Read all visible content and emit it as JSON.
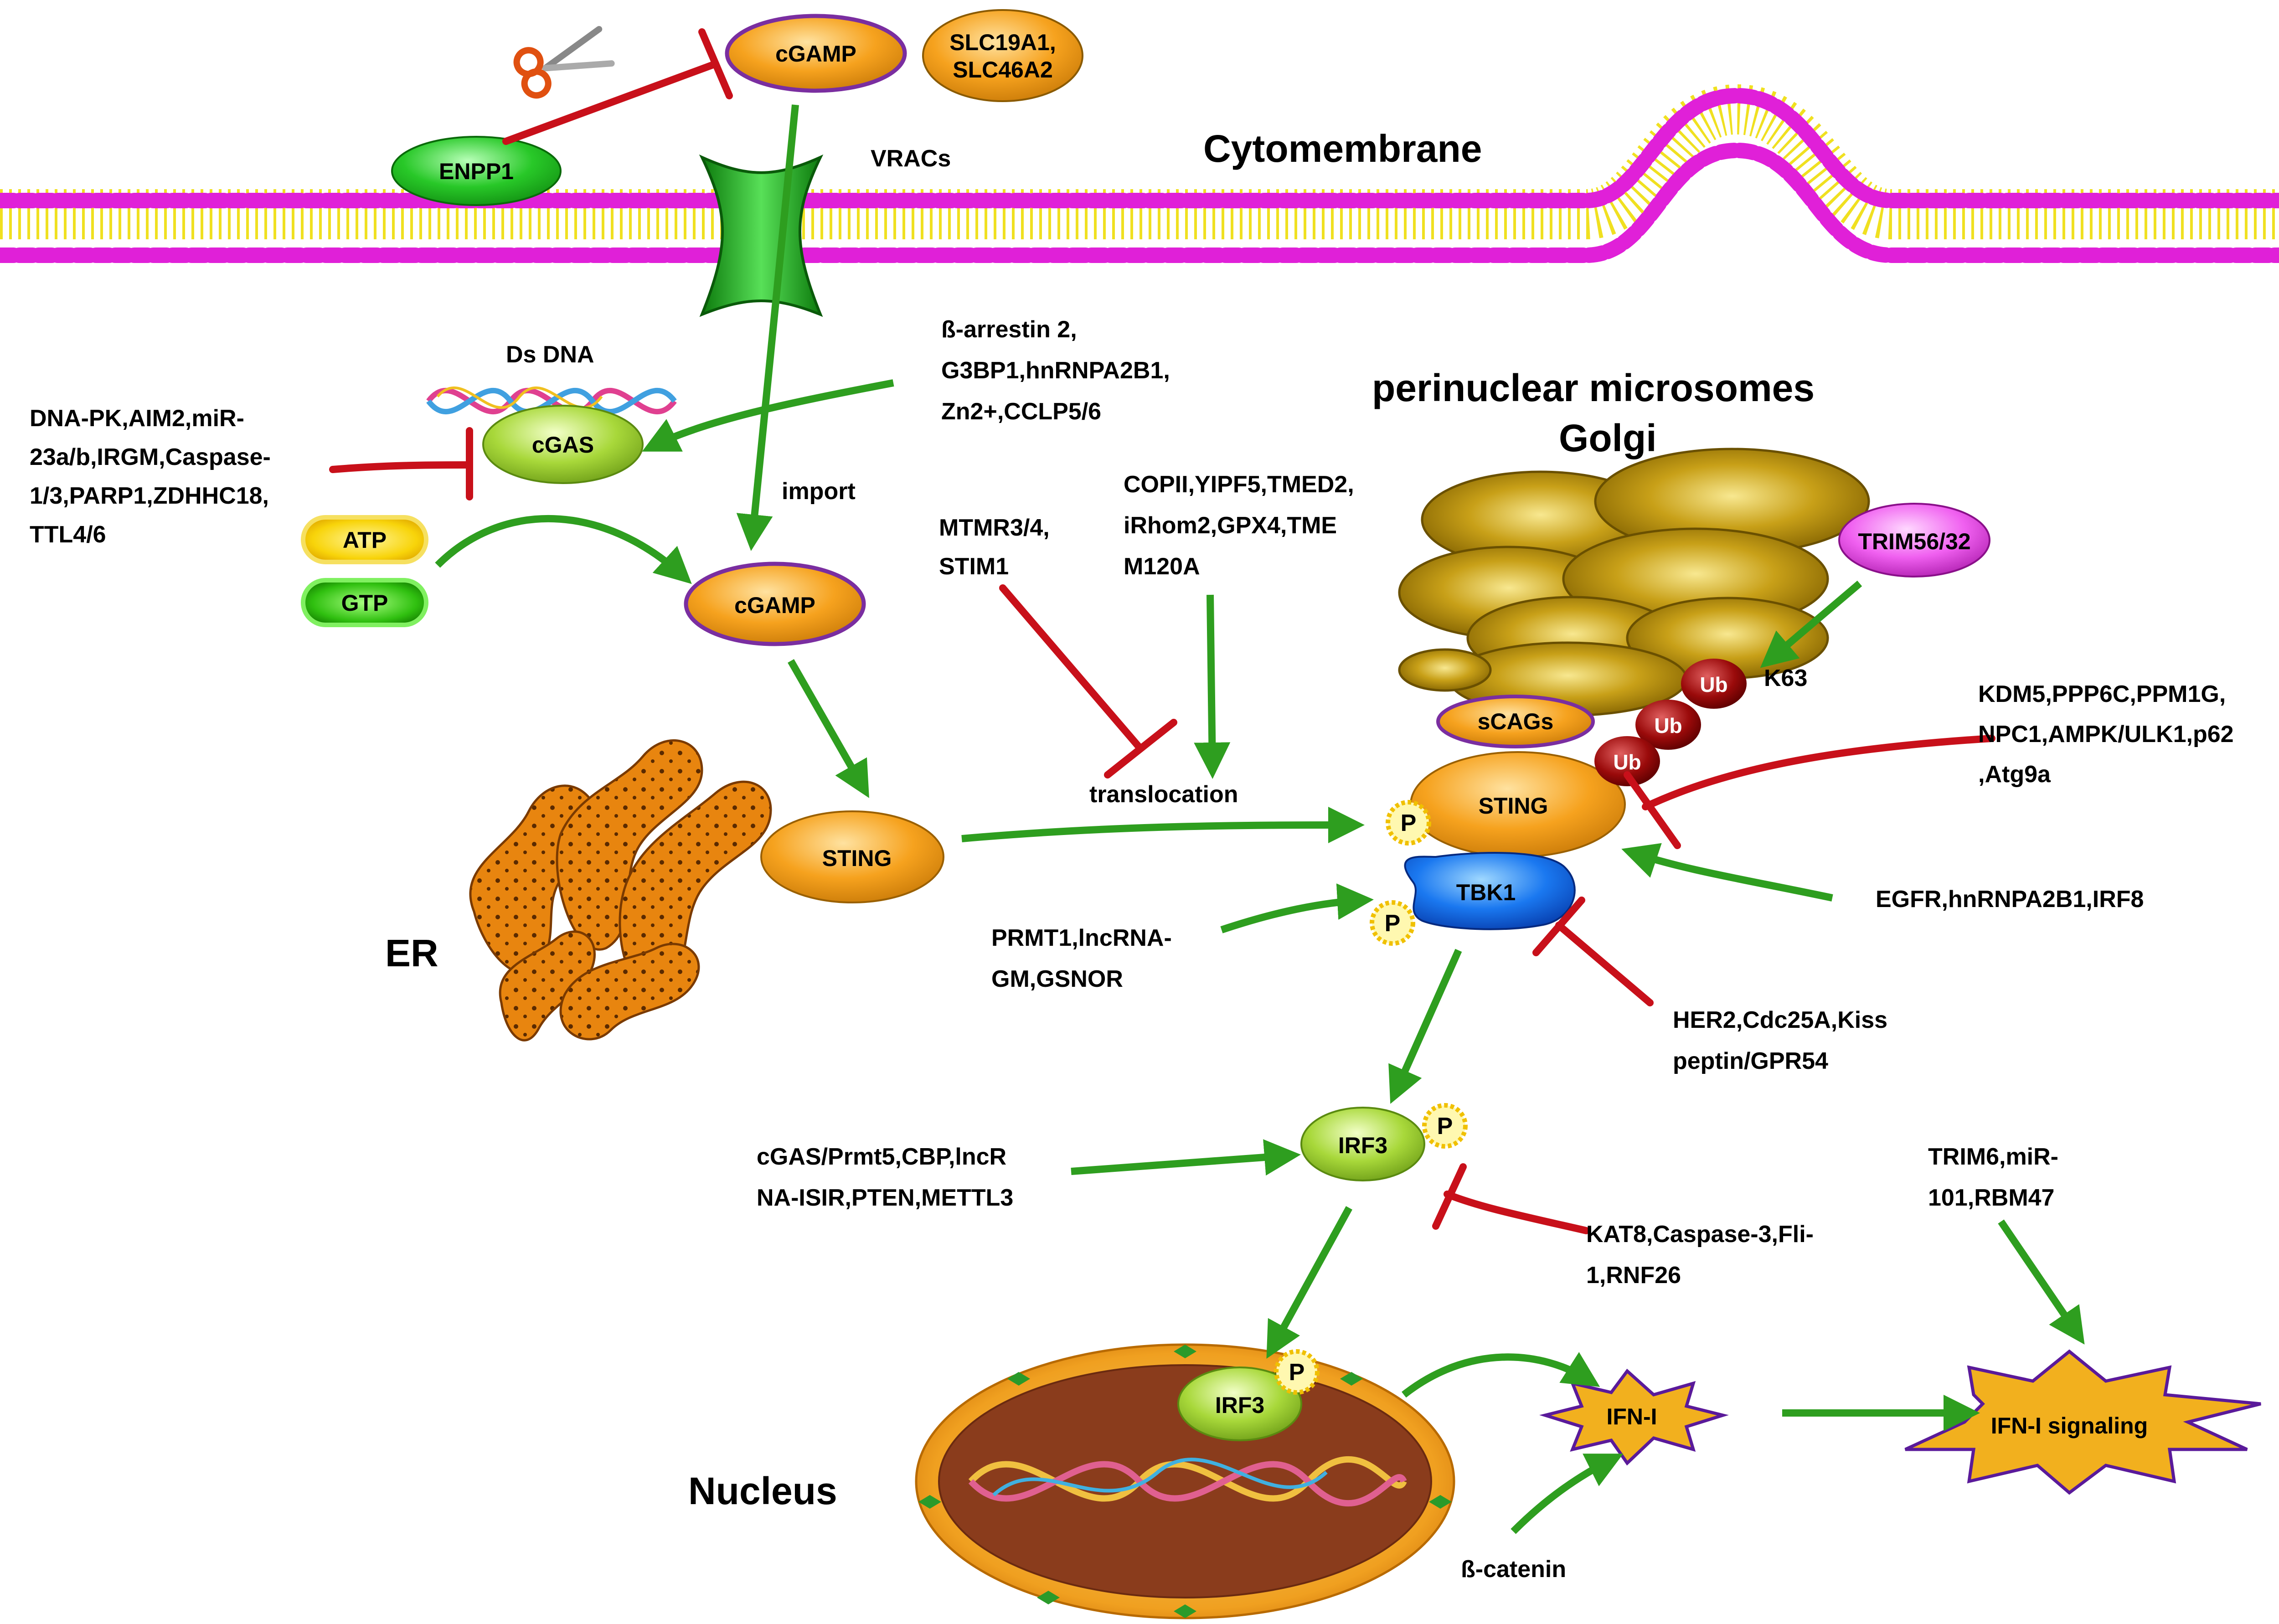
{
  "colors": {
    "activation": "#2e9e1f",
    "inhibition": "#c8101a",
    "membrane_head": "#e020d8",
    "membrane_tail": "#f0e020",
    "node_orange": "#f6a21e",
    "node_green": "#9acd32",
    "node_purple_outline": "#7a2ea0",
    "golgi": "#b8960c",
    "er": "#e8850f",
    "ifn_star": "#f2b01e"
  },
  "compartments": {
    "cytomembrane": "Cytomembrane",
    "golgi_title_1": "perinuclear microsomes",
    "golgi_title_2": "Golgi",
    "er": "ER",
    "nucleus": "Nucleus"
  },
  "nodes": {
    "cgamp_outer": "cGAMP",
    "transporters_1": "SLC19A1,",
    "transporters_2": "SLC46A2",
    "enpp1": "ENPP1",
    "vracs": "VRACs",
    "dsdna": "Ds DNA",
    "cgas": "cGAS",
    "atp": "ATP",
    "gtp": "GTP",
    "import": "import",
    "cgamp_inner": "cGAMP",
    "sting_er": "STING",
    "translocation": "translocation",
    "scags": "sCAGs",
    "sting_golgi": "STING",
    "tbk1": "TBK1",
    "ub": "Ub",
    "k63": "K63",
    "trim56": "TRIM56/32",
    "phospho": "P",
    "irf3": "IRF3",
    "irf3_nuc": "IRF3",
    "ifn": "IFN-I",
    "ifn_signaling": "IFN-I signaling",
    "beta_catenin": "ß-catenin"
  },
  "regulators": {
    "cgas_inhib": [
      "DNA-PK,AIM2,miR-",
      "23a/b,IRGM,Caspase-",
      "1/3,PARP1,ZDHHC18,",
      "TTL4/6"
    ],
    "cgas_act": [
      "ß-arrestin 2,",
      "G3BP1,hnRNPA2B1,",
      "Zn2+,CCLP5/6"
    ],
    "trans_inhib": [
      "MTMR3/4,",
      "STIM1"
    ],
    "trans_act": [
      "COPII,YIPF5,TMED2,",
      "iRhom2,GPX4,TME",
      "M120A"
    ],
    "sting_inhib": [
      "KDM5,PPP6C,PPM1G,",
      "NPC1,AMPK/ULK1,p62",
      ",Atg9a"
    ],
    "sting_act": [
      "EGFR,hnRNPA2B1,IRF8"
    ],
    "tbk1_act": [
      "PRMT1,lncRNA-",
      "GM,GSNOR"
    ],
    "tbk1_inhib": [
      "HER2,Cdc25A,Kiss",
      "peptin/GPR54"
    ],
    "irf3_act": [
      "cGAS/Prmt5,CBP,lncR",
      "NA-ISIR,PTEN,METTL3"
    ],
    "irf3_inhib": [
      "KAT8,Caspase-3,Fli-",
      "1,RNF26"
    ],
    "ifn_act": [
      "TRIM6,miR-",
      "101,RBM47"
    ]
  }
}
